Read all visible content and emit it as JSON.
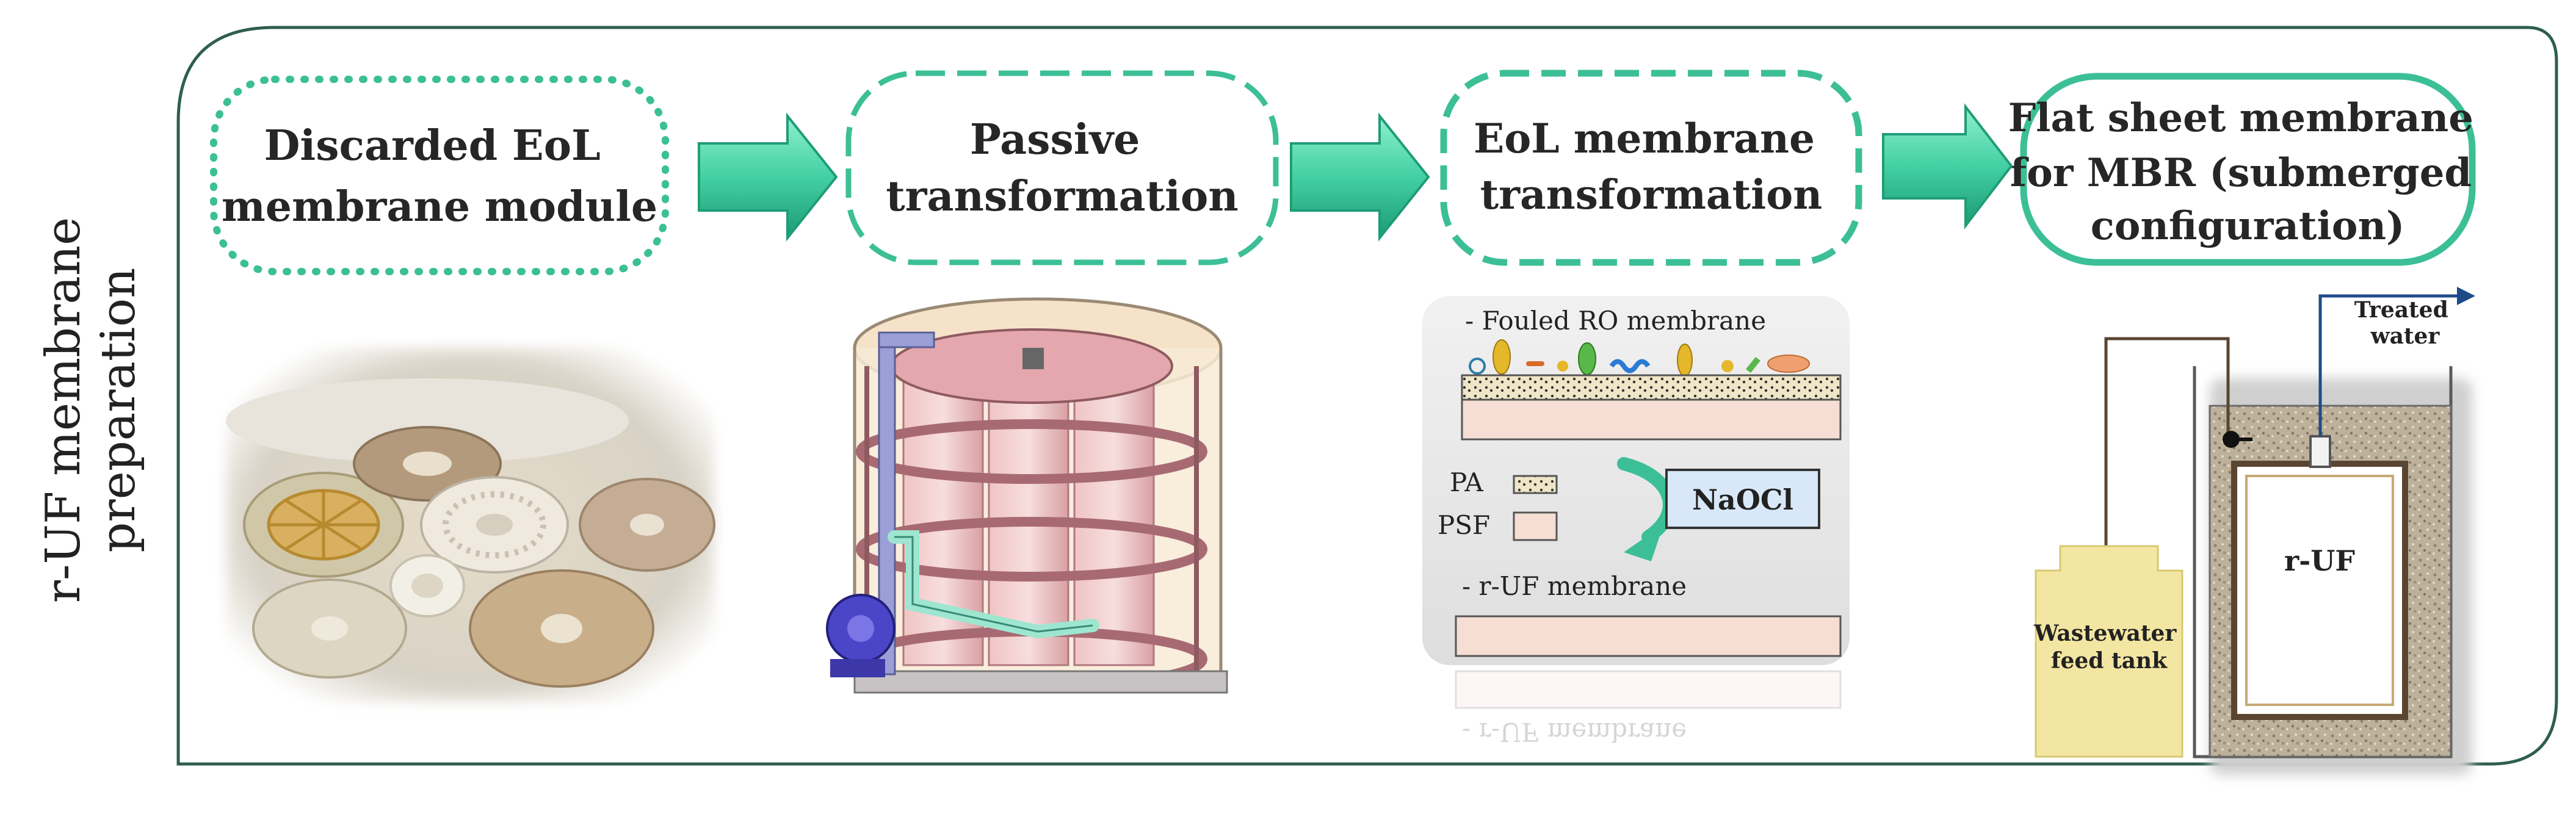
{
  "side_label": {
    "line1": "r-UF membrane",
    "line2": "preparation"
  },
  "steps": [
    {
      "lines": [
        "Discarded EoL",
        "membrane module"
      ]
    },
    {
      "lines": [
        "Passive",
        "transformation"
      ]
    },
    {
      "lines": [
        "EoL membrane",
        "transformation"
      ]
    },
    {
      "lines": [
        "Flat sheet membrane",
        "for MBR (submerged",
        "configuration)"
      ]
    }
  ],
  "ro_panel": {
    "fouled_label": "- Fouled RO membrane",
    "pa_label": "PA",
    "psf_label": "PSF",
    "reagent_label": "NaOCl",
    "result_label": "- r-UF membrane",
    "reflection_label": "- r-UF membrane"
  },
  "mbr": {
    "treated_line1": "Treated",
    "treated_line2": "water",
    "module_label": "r-UF",
    "feed_line1": "Wastewater",
    "feed_line2": "feed tank"
  },
  "colors": {
    "frame": "#2e5e4e",
    "accent": "#3cbf96",
    "arrow_fill": "#4fd9ad",
    "arrow_dark": "#1f9c78",
    "navy": "#1f4a8a",
    "sludge": "#b8aa92",
    "feed_tank": "#f3e6a2",
    "reagent_box": "#d8e8f8"
  }
}
